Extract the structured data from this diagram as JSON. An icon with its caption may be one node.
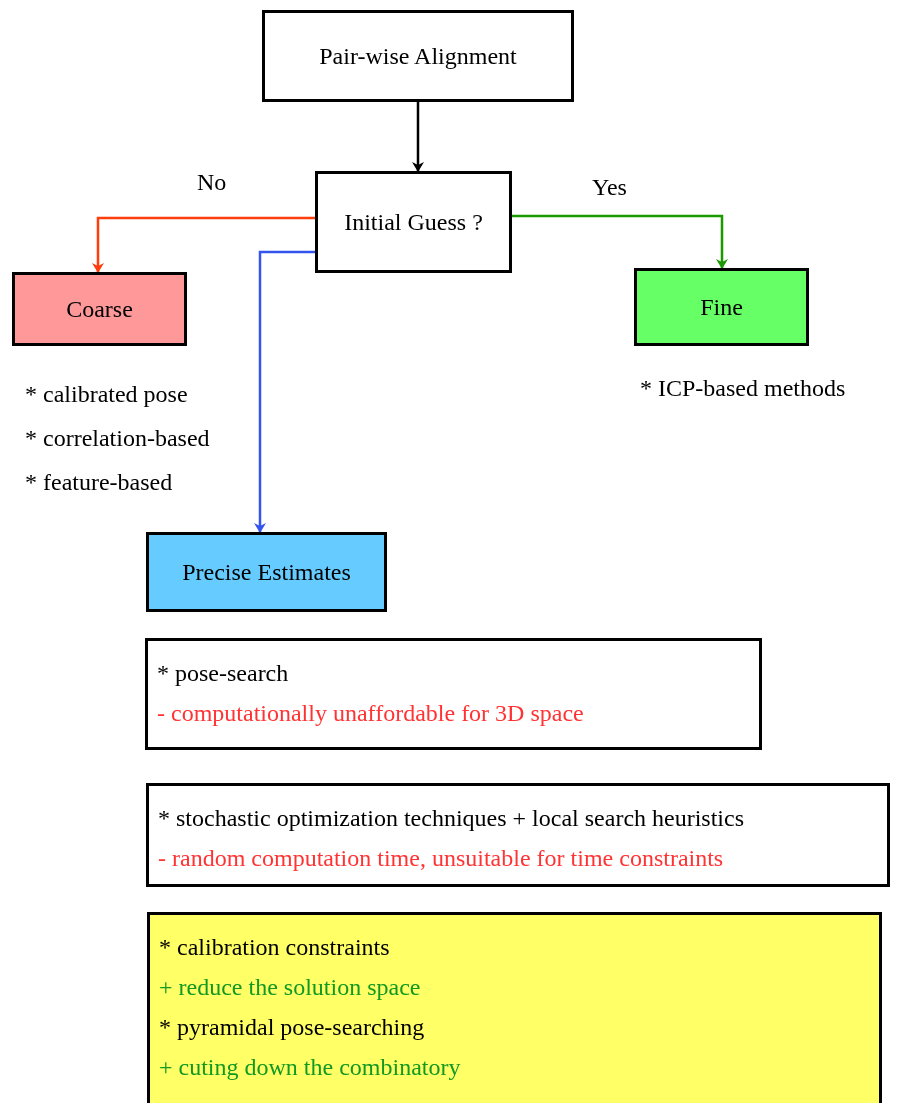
{
  "diagram": {
    "nodes": [
      {
        "text": [
          "Pair-wise Alignment"
        ]
      },
      {
        "text": [
          "Initial Guess ?"
        ]
      },
      {
        "text": [
          "Coarse"
        ],
        "beside": [
          "* calibrated pose",
          "* correlation-based",
          "* feature-based"
        ]
      },
      {
        "text": [
          "Fine"
        ],
        "beside": [
          "* ICP-based methods"
        ]
      },
      {
        "text": [
          "Precise Estimates"
        ]
      },
      {
        "text": [
          "* pose-search",
          "- computationally unaffordable for 3D space"
        ]
      },
      {
        "text": [
          "* stochastic optimization techniques + local search heuristics",
          "- random computation time, unsuitable for time constraints"
        ]
      },
      {
        "text": [
          "* calibration constraints",
          "+ reduce the solution space",
          "* pyramidal pose-searching",
          "+ cuting down the combinatory"
        ]
      }
    ],
    "edges": [
      {
        "from": 0,
        "to": 1,
        "arrow": "to"
      },
      {
        "from": 1,
        "to": 2,
        "arrow": "to",
        "label": "No",
        "color": "#ff3d0d"
      },
      {
        "from": 1,
        "to": 3,
        "arrow": "to",
        "label": "Yes",
        "color": "#1a9900"
      },
      {
        "from": 1,
        "to": 4,
        "arrow": "to",
        "color": "#3355ee"
      }
    ]
  }
}
